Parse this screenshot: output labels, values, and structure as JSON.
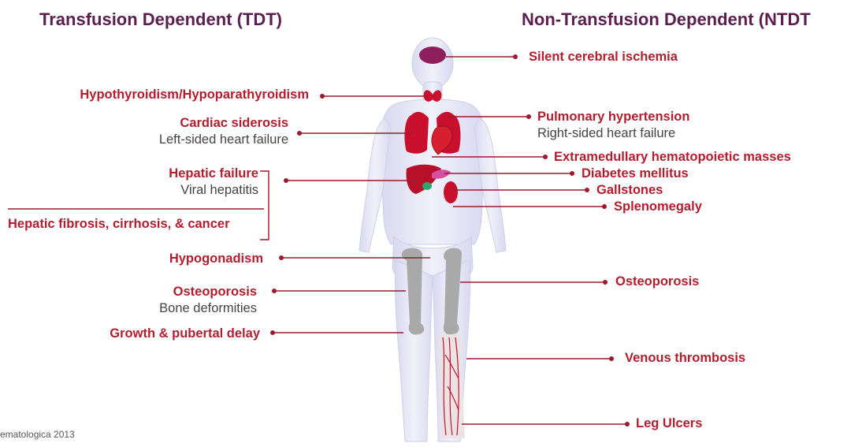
{
  "headers": {
    "left": "Transfusion Dependent (TDT)",
    "right": "Non-Transfusion Dependent (NTDT"
  },
  "left_labels": {
    "hypothyroid": "Hypothyroidism/Hypoparathyroidism",
    "cardiac": "Cardiac siderosis",
    "cardiac_sub": "Left-sided heart failure",
    "hepatic": "Hepatic failure",
    "hepatic_sub": "Viral hepatitis",
    "fibrosis": "Hepatic fibrosis, cirrhosis, & cancer",
    "hypogonadism": "Hypogonadism",
    "osteo": "Osteoporosis",
    "osteo_sub": "Bone deformities",
    "growth": "Growth & pubertal delay"
  },
  "right_labels": {
    "silent": "Silent cerebral ischemia",
    "pulmonary": "Pulmonary hypertension",
    "pulmonary_sub": "Right-sided heart failure",
    "extramedullary": "Extramedullary hematopoietic masses",
    "diabetes": "Diabetes mellitus",
    "gallstones": "Gallstones",
    "splenomegaly": "Splenomegaly",
    "osteo": "Osteoporosis",
    "venous": "Venous thrombosis",
    "leg_ulcers": "Leg Ulcers"
  },
  "citation": "ematologica 2013",
  "colors": {
    "header": "#5a1f4f",
    "label": "#b01e2f",
    "sublabel": "#444444",
    "connector": "#9b1b2e",
    "body": "#e4e4f6",
    "organ": "#c8102e",
    "brain": "#8e1f5e",
    "bone": "#a9a9a9"
  }
}
